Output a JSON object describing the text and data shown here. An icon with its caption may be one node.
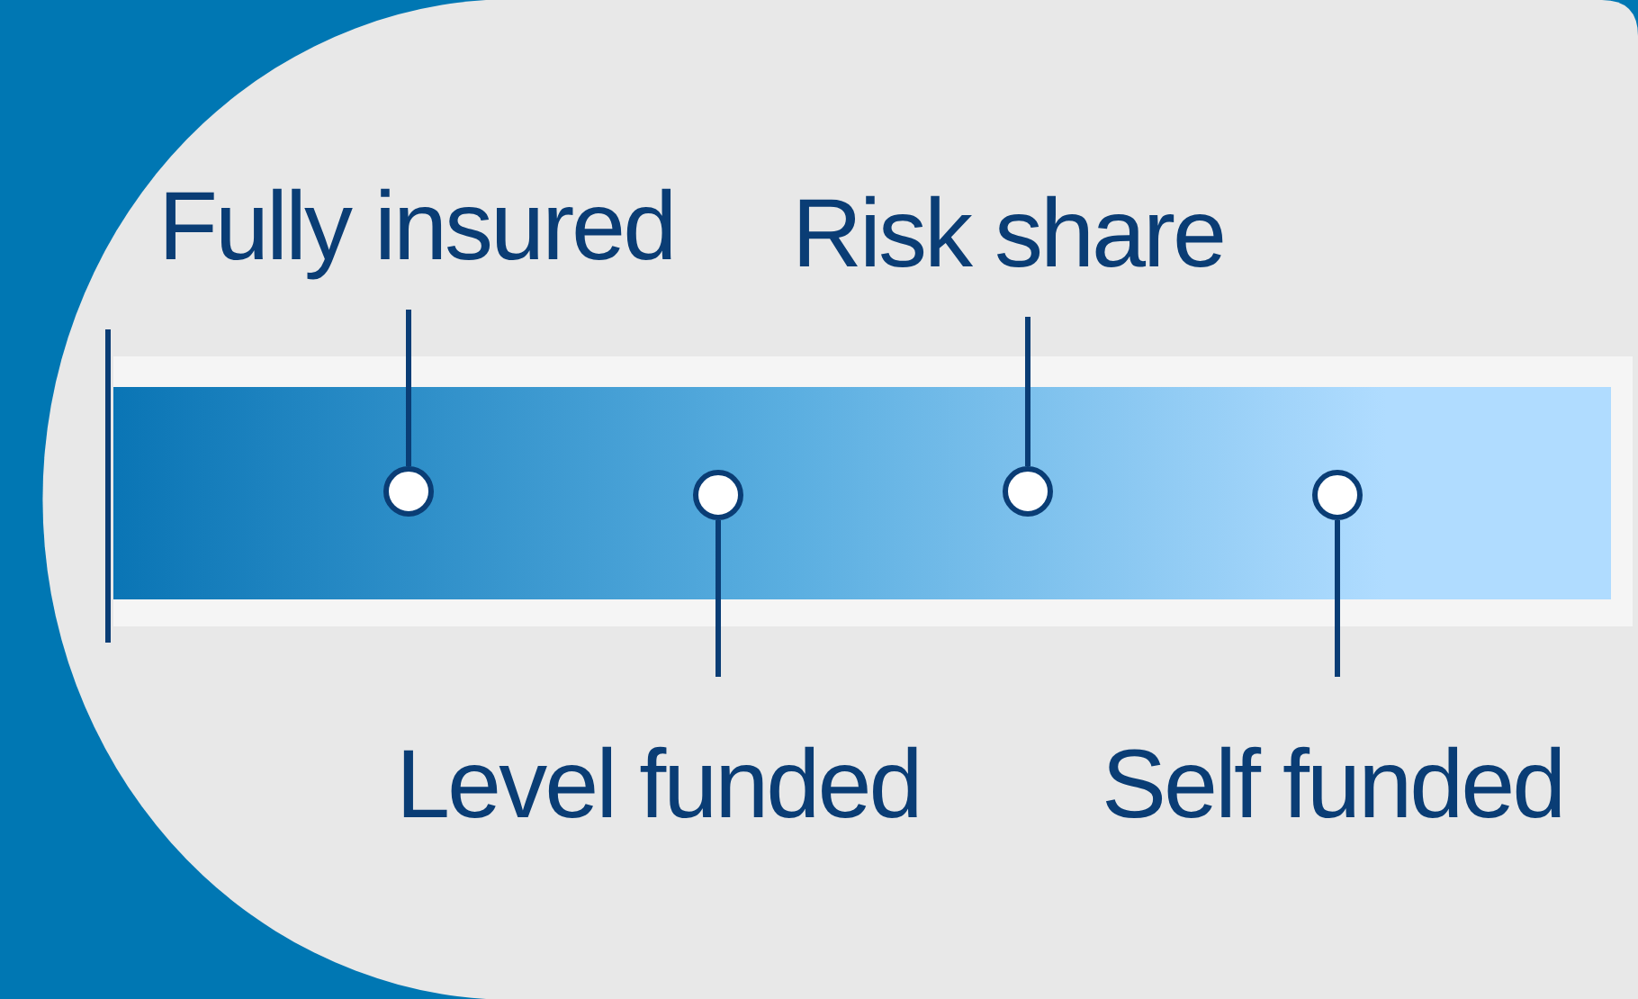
{
  "diagram": {
    "nodes": [
      {
        "text": [
          "Fully insured"
        ]
      },
      {
        "text": [
          "Risk share"
        ]
      },
      {
        "text": [],
        "shape": "bar"
      },
      {
        "text": [],
        "shape": "circle",
        "in": 2
      },
      {
        "text": [],
        "shape": "circle",
        "in": 2
      },
      {
        "text": [],
        "shape": "circle",
        "in": 2
      },
      {
        "text": [],
        "shape": "circle",
        "in": 2
      },
      {
        "text": [
          "Level funded"
        ]
      },
      {
        "text": [
          "Self funded"
        ]
      }
    ],
    "edges": [
      {
        "from": 0,
        "to": 3,
        "arrow": "none"
      },
      {
        "from": 1,
        "to": 5,
        "arrow": "none"
      },
      {
        "from": 7,
        "to": 4,
        "arrow": "none"
      },
      {
        "from": 8,
        "to": 6,
        "arrow": "none"
      }
    ]
  }
}
